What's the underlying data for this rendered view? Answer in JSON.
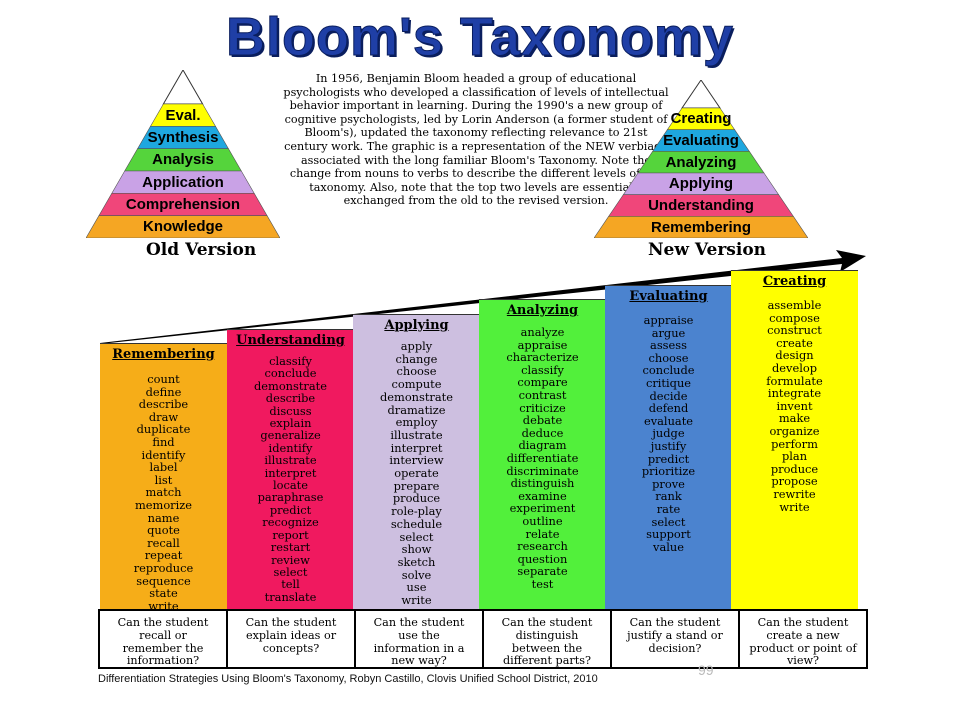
{
  "title": "Bloom's Taxonomy",
  "intro_text": "In 1956, Benjamin Bloom headed a group of educational psychologists who developed a classification of levels of intellectual behavior important in learning.  During the 1990's a new group of cognitive psychologists, led by Lorin Anderson (a former student of Bloom's), updated the taxonomy reflecting relevance to 21st century work.  The graphic is a representation of the NEW verbiage associated with the long familiar Bloom's Taxonomy.  Note the change from nouns to verbs to describe the different levels of the taxonomy.  Also, note that the top two levels are essentially exchanged from the old to the revised version.",
  "old_pyramid": {
    "caption": "Old Version",
    "levels": [
      {
        "label": "Eval.",
        "color": "#ffff00"
      },
      {
        "label": "Synthesis",
        "color": "#1ea7df"
      },
      {
        "label": "Analysis",
        "color": "#55d43c"
      },
      {
        "label": "Application",
        "color": "#c9a2e6"
      },
      {
        "label": "Comprehension",
        "color": "#f0467a"
      },
      {
        "label": "Knowledge",
        "color": "#f5a623"
      }
    ]
  },
  "new_pyramid": {
    "caption": "New Version",
    "levels": [
      {
        "label": "Creating",
        "color": "#ffff00"
      },
      {
        "label": "Evaluating",
        "color": "#1ea7df"
      },
      {
        "label": "Analyzing",
        "color": "#55d43c"
      },
      {
        "label": "Applying",
        "color": "#c9a2e6"
      },
      {
        "label": "Understanding",
        "color": "#f0467a"
      },
      {
        "label": "Remembering",
        "color": "#f5a623"
      }
    ]
  },
  "columns": [
    {
      "heading": "Remembering",
      "color": "#f6ad18",
      "verbs": [
        "count",
        "define",
        "describe",
        "draw",
        "duplicate",
        "find",
        "identify",
        "label",
        "list",
        "match",
        "memorize",
        "name",
        "quote",
        "recall",
        "repeat",
        "reproduce",
        "sequence",
        "state",
        "write"
      ],
      "question": "Can the student recall or remember the information?"
    },
    {
      "heading": "Understanding",
      "color": "#f0195f",
      "verbs": [
        "classify",
        "conclude",
        "demonstrate",
        "describe",
        "discuss",
        "explain",
        "generalize",
        "identify",
        "illustrate",
        "interpret",
        "locate",
        "paraphrase",
        "predict",
        "recognize",
        "report",
        "restart",
        "review",
        "select",
        "tell",
        "translate"
      ],
      "question": "Can the student explain ideas or concepts?"
    },
    {
      "heading": "Applying",
      "color": "#cdbfe0",
      "verbs": [
        "apply",
        "change",
        "choose",
        "compute",
        "demonstrate",
        "dramatize",
        "employ",
        "illustrate",
        "interpret",
        "interview",
        "operate",
        "prepare",
        "produce",
        "role-play",
        "schedule",
        "select",
        "show",
        "sketch",
        "solve",
        "use",
        "write"
      ],
      "question": "Can the student use the information in a new way?"
    },
    {
      "heading": "Analyzing",
      "color": "#52f03b",
      "verbs": [
        "analyze",
        "appraise",
        "characterize",
        "classify",
        "compare",
        "contrast",
        "criticize",
        "debate",
        "deduce",
        "diagram",
        "differentiate",
        "discriminate",
        "distinguish",
        "examine",
        "experiment",
        "outline",
        "relate",
        "research",
        "question",
        "separate",
        "test"
      ],
      "question": "Can the student distinguish between the different parts?"
    },
    {
      "heading": "Evaluating",
      "color": "#4b83cf",
      "verbs": [
        "appraise",
        "argue",
        "assess",
        "choose",
        "conclude",
        "critique",
        "decide",
        "defend",
        "evaluate",
        "judge",
        "justify",
        "predict",
        "prioritize",
        "prove",
        "rank",
        "rate",
        "select",
        "support",
        "value"
      ],
      "question": "Can the student justify a stand or decision?"
    },
    {
      "heading": "Creating",
      "color": "#ffff00",
      "verbs": [
        "assemble",
        "compose",
        "construct",
        "create",
        "design",
        "develop",
        "formulate",
        "integrate",
        "invent",
        "make",
        "organize",
        "perform",
        "plan",
        "produce",
        "propose",
        "rewrite",
        "write"
      ],
      "question": "Can the student create a new product or point of view?"
    }
  ],
  "footer": "Differentiation Strategies Using Bloom's Taxonomy, Robyn Castillo, Clovis Unified School District, 2010",
  "footer_mark": "99"
}
